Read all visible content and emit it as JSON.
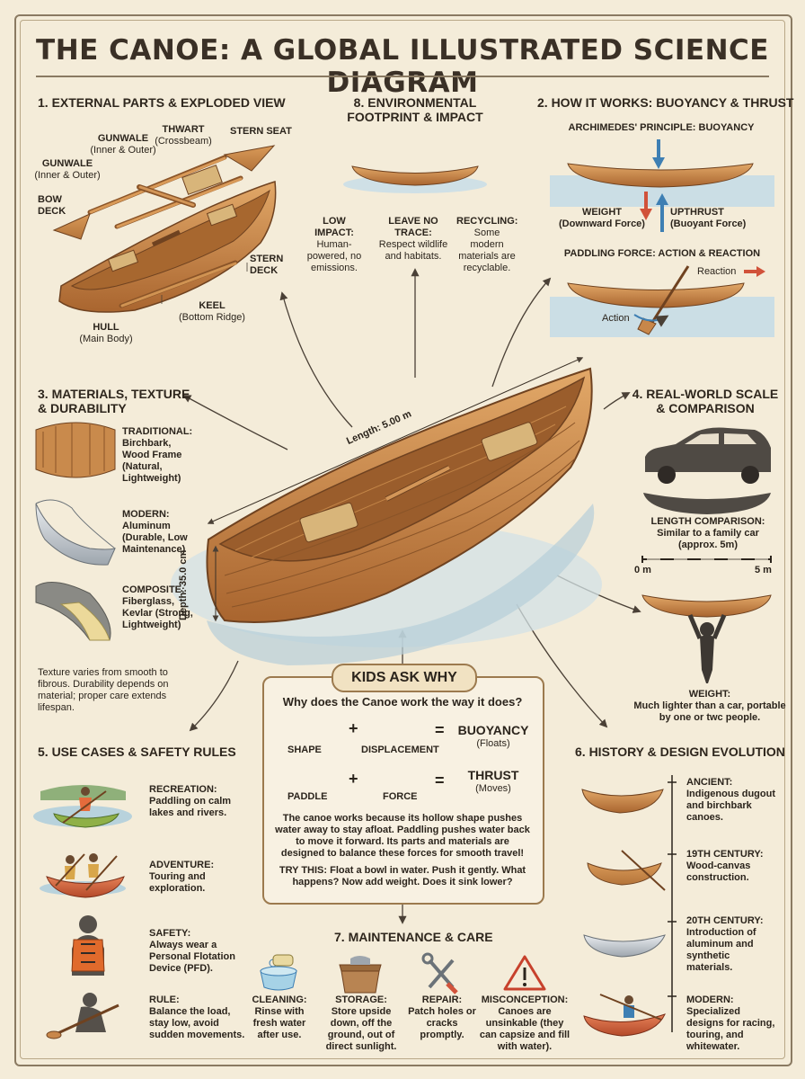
{
  "title": "THE CANOE: A GLOBAL ILLUSTRATED SCIENCE DIAGRAM",
  "sec1": {
    "heading": "1. EXTERNAL PARTS & EXPLODED VIEW",
    "gunwale1": "GUNWALE",
    "gunwale1_sub": "(Inner & Outer)",
    "gunwale2": "GUNWALE",
    "gunwale2_sub": "(Inner & Outer)",
    "thwart": "THWART",
    "thwart_sub": "(Crossbeam)",
    "stern_seat": "STERN SEAT",
    "bow_deck": "BOW DECK",
    "stern_deck": "STERN DECK",
    "keel": "KEEL",
    "keel_sub": "(Bottom Ridge)",
    "hull": "HULL",
    "hull_sub": "(Main Body)"
  },
  "sec8": {
    "heading": "8. ENVIRONMENTAL FOOTPRINT & IMPACT",
    "items": [
      {
        "title": "LOW IMPACT:",
        "text": "Human-powered, no emissions."
      },
      {
        "title": "LEAVE NO TRACE:",
        "text": "Respect wildlife and habitats."
      },
      {
        "title": "RECYCLING:",
        "text": "Some modern materials are recyclable."
      }
    ]
  },
  "sec2": {
    "heading": "2. HOW IT WORKS: BUOYANCY & THRUST",
    "archimedes": "ARCHIMEDES' PRINCIPLE: BUOYANCY",
    "weight": "WEIGHT",
    "weight_sub": "(Downward Force)",
    "upthrust": "UPTHRUST",
    "upthrust_sub": "(Buoyant Force)",
    "paddling": "PADDLING FORCE: ACTION & REACTION",
    "reaction": "Reaction",
    "action": "Action"
  },
  "center": {
    "length": "Length: 5.00 m",
    "depth": "Depth: 35.0 cm"
  },
  "sec3": {
    "heading": "3. MATERIALS, TEXTURE & DURABILITY",
    "items": [
      {
        "title": "TRADITIONAL:",
        "text": "Birchbark, Wood Frame (Natural, Lightweight)"
      },
      {
        "title": "MODERN:",
        "text": "Aluminum (Durable, Low Maintenance)"
      },
      {
        "title": "COMPOSITE:",
        "text": "Fiberglass, Kevlar (Strong, Lightweight)"
      }
    ],
    "note": "Texture varies from smooth to fibrous. Durability depends on material; proper care extends lifespan."
  },
  "sec4": {
    "heading": "4. REAL-WORLD SCALE & COMPARISON",
    "length_title": "LENGTH COMPARISON:",
    "length_text": "Similar to a family car (approx. 5m)",
    "scale_start": "0 m",
    "scale_end": "5 m",
    "weight_title": "WEIGHT:",
    "weight_text": "Much lighter than a car, portable by one or twc people."
  },
  "kids": {
    "title": "KIDS ASK WHY",
    "question": "Why does the Canoe work the way it does?",
    "shape": "SHAPE",
    "displacement": "DISPLACEMENT",
    "buoyancy": "BUOYANCY",
    "floats": "(Floats)",
    "paddle": "PADDLE",
    "force": "FORCE",
    "thrust": "THRUST",
    "moves": "(Moves)",
    "explanation": "The canoe works because its hollow shape pushes water away to stay afloat. Paddling pushes water back to move it forward. Its parts and materials are designed to balance these forces for smooth travel!",
    "try": "TRY THIS: Float a bowl in water. Push it gently. What happens? Now add weight. Does it sink lower?"
  },
  "sec5": {
    "heading": "5. USE CASES & SAFETY RULES",
    "items": [
      {
        "title": "RECREATION:",
        "text": "Paddling on calm lakes and rivers."
      },
      {
        "title": "ADVENTURE:",
        "text": "Touring and exploration."
      },
      {
        "title": "SAFETY:",
        "text": "Always wear a Personal Flotation Device (PFD)."
      },
      {
        "title": "RULE:",
        "text": "Balance the load, stay low, avoid sudden movements."
      }
    ]
  },
  "sec6": {
    "heading": "6. HISTORY & DESIGN EVOLUTION",
    "items": [
      {
        "title": "ANCIENT:",
        "text": "Indigenous dugout and birchbark canoes."
      },
      {
        "title": "19TH CENTURY:",
        "text": "Wood-canvas construction."
      },
      {
        "title": "20TH CENTURY:",
        "text": "Introduction of aluminum and synthetic materials."
      },
      {
        "title": "MODERN:",
        "text": "Specialized designs for racing, touring, and whitewater."
      }
    ]
  },
  "sec7": {
    "heading": "7. MAINTENANCE & CARE",
    "items": [
      {
        "title": "CLEANING:",
        "text": "Rinse with fresh water after use."
      },
      {
        "title": "STORAGE:",
        "text": "Store upside down, off the ground, out of direct sunlight."
      },
      {
        "title": "REPAIR:",
        "text": "Patch holes or cracks promptly."
      },
      {
        "title": "MISCONCEPTION:",
        "text": "Canoes are unsinkable (they can capsize and fill with water)."
      }
    ]
  },
  "colors": {
    "wood": "#c8874a",
    "wood_dark": "#8a5428",
    "water": "#bfd8e2",
    "paper": "#f4ecd9",
    "ink": "#2b241c"
  }
}
